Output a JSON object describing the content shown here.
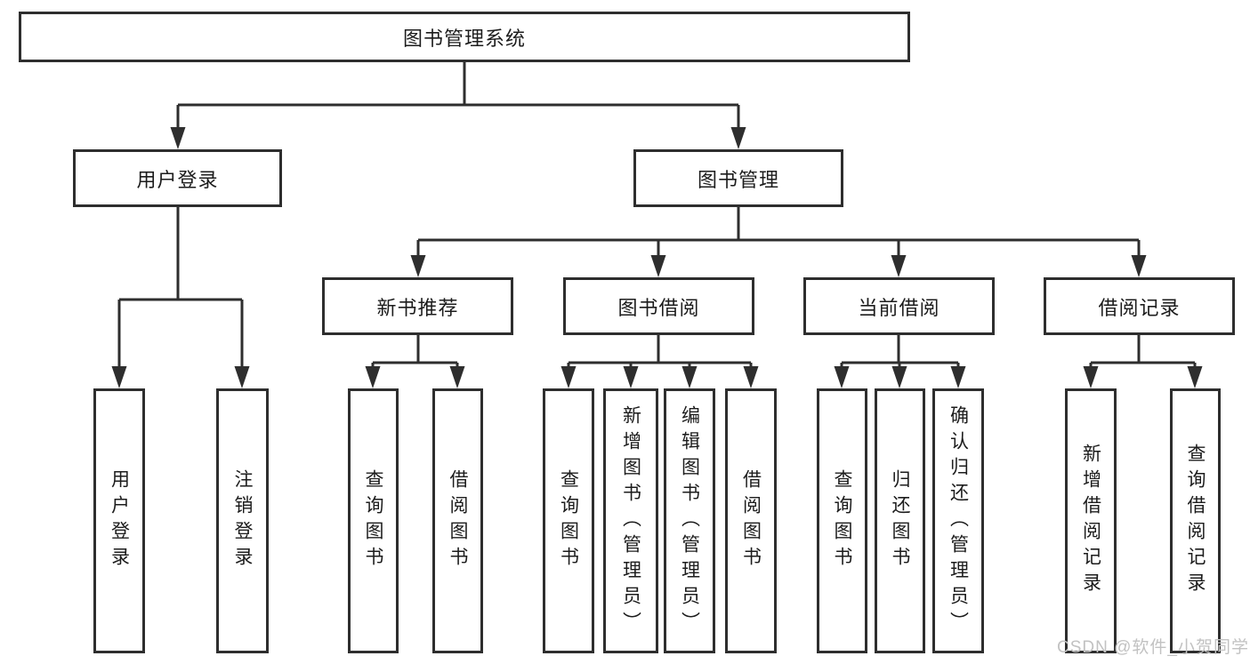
{
  "tree": {
    "root": {
      "label": "图书管理系统",
      "children": [
        {
          "label": "用户登录",
          "children": [
            {
              "label": "用户登录"
            },
            {
              "label": "注销登录"
            }
          ]
        },
        {
          "label": "图书管理",
          "children": [
            {
              "label": "新书推荐",
              "children": [
                {
                  "label": "查询图书"
                },
                {
                  "label": "借阅图书"
                }
              ]
            },
            {
              "label": "图书借阅",
              "children": [
                {
                  "label": "查询图书"
                },
                {
                  "label": "新增图书（管理员）"
                },
                {
                  "label": "编辑图书（管理员）"
                },
                {
                  "label": "借阅图书"
                }
              ]
            },
            {
              "label": "当前借阅",
              "children": [
                {
                  "label": "查询图书"
                },
                {
                  "label": "归还图书"
                },
                {
                  "label": "确认归还（管理员）"
                }
              ]
            },
            {
              "label": "借阅记录",
              "children": [
                {
                  "label": "新增借阅记录"
                },
                {
                  "label": "查询借阅记录"
                }
              ]
            }
          ]
        }
      ]
    }
  },
  "watermark": {
    "text": "CSDN @软件_小贺同学"
  },
  "colors": {
    "line": "#2e2e2e",
    "text": "#1c1c1c",
    "background": "#ffffff",
    "watermark": "#c2c2c2"
  }
}
